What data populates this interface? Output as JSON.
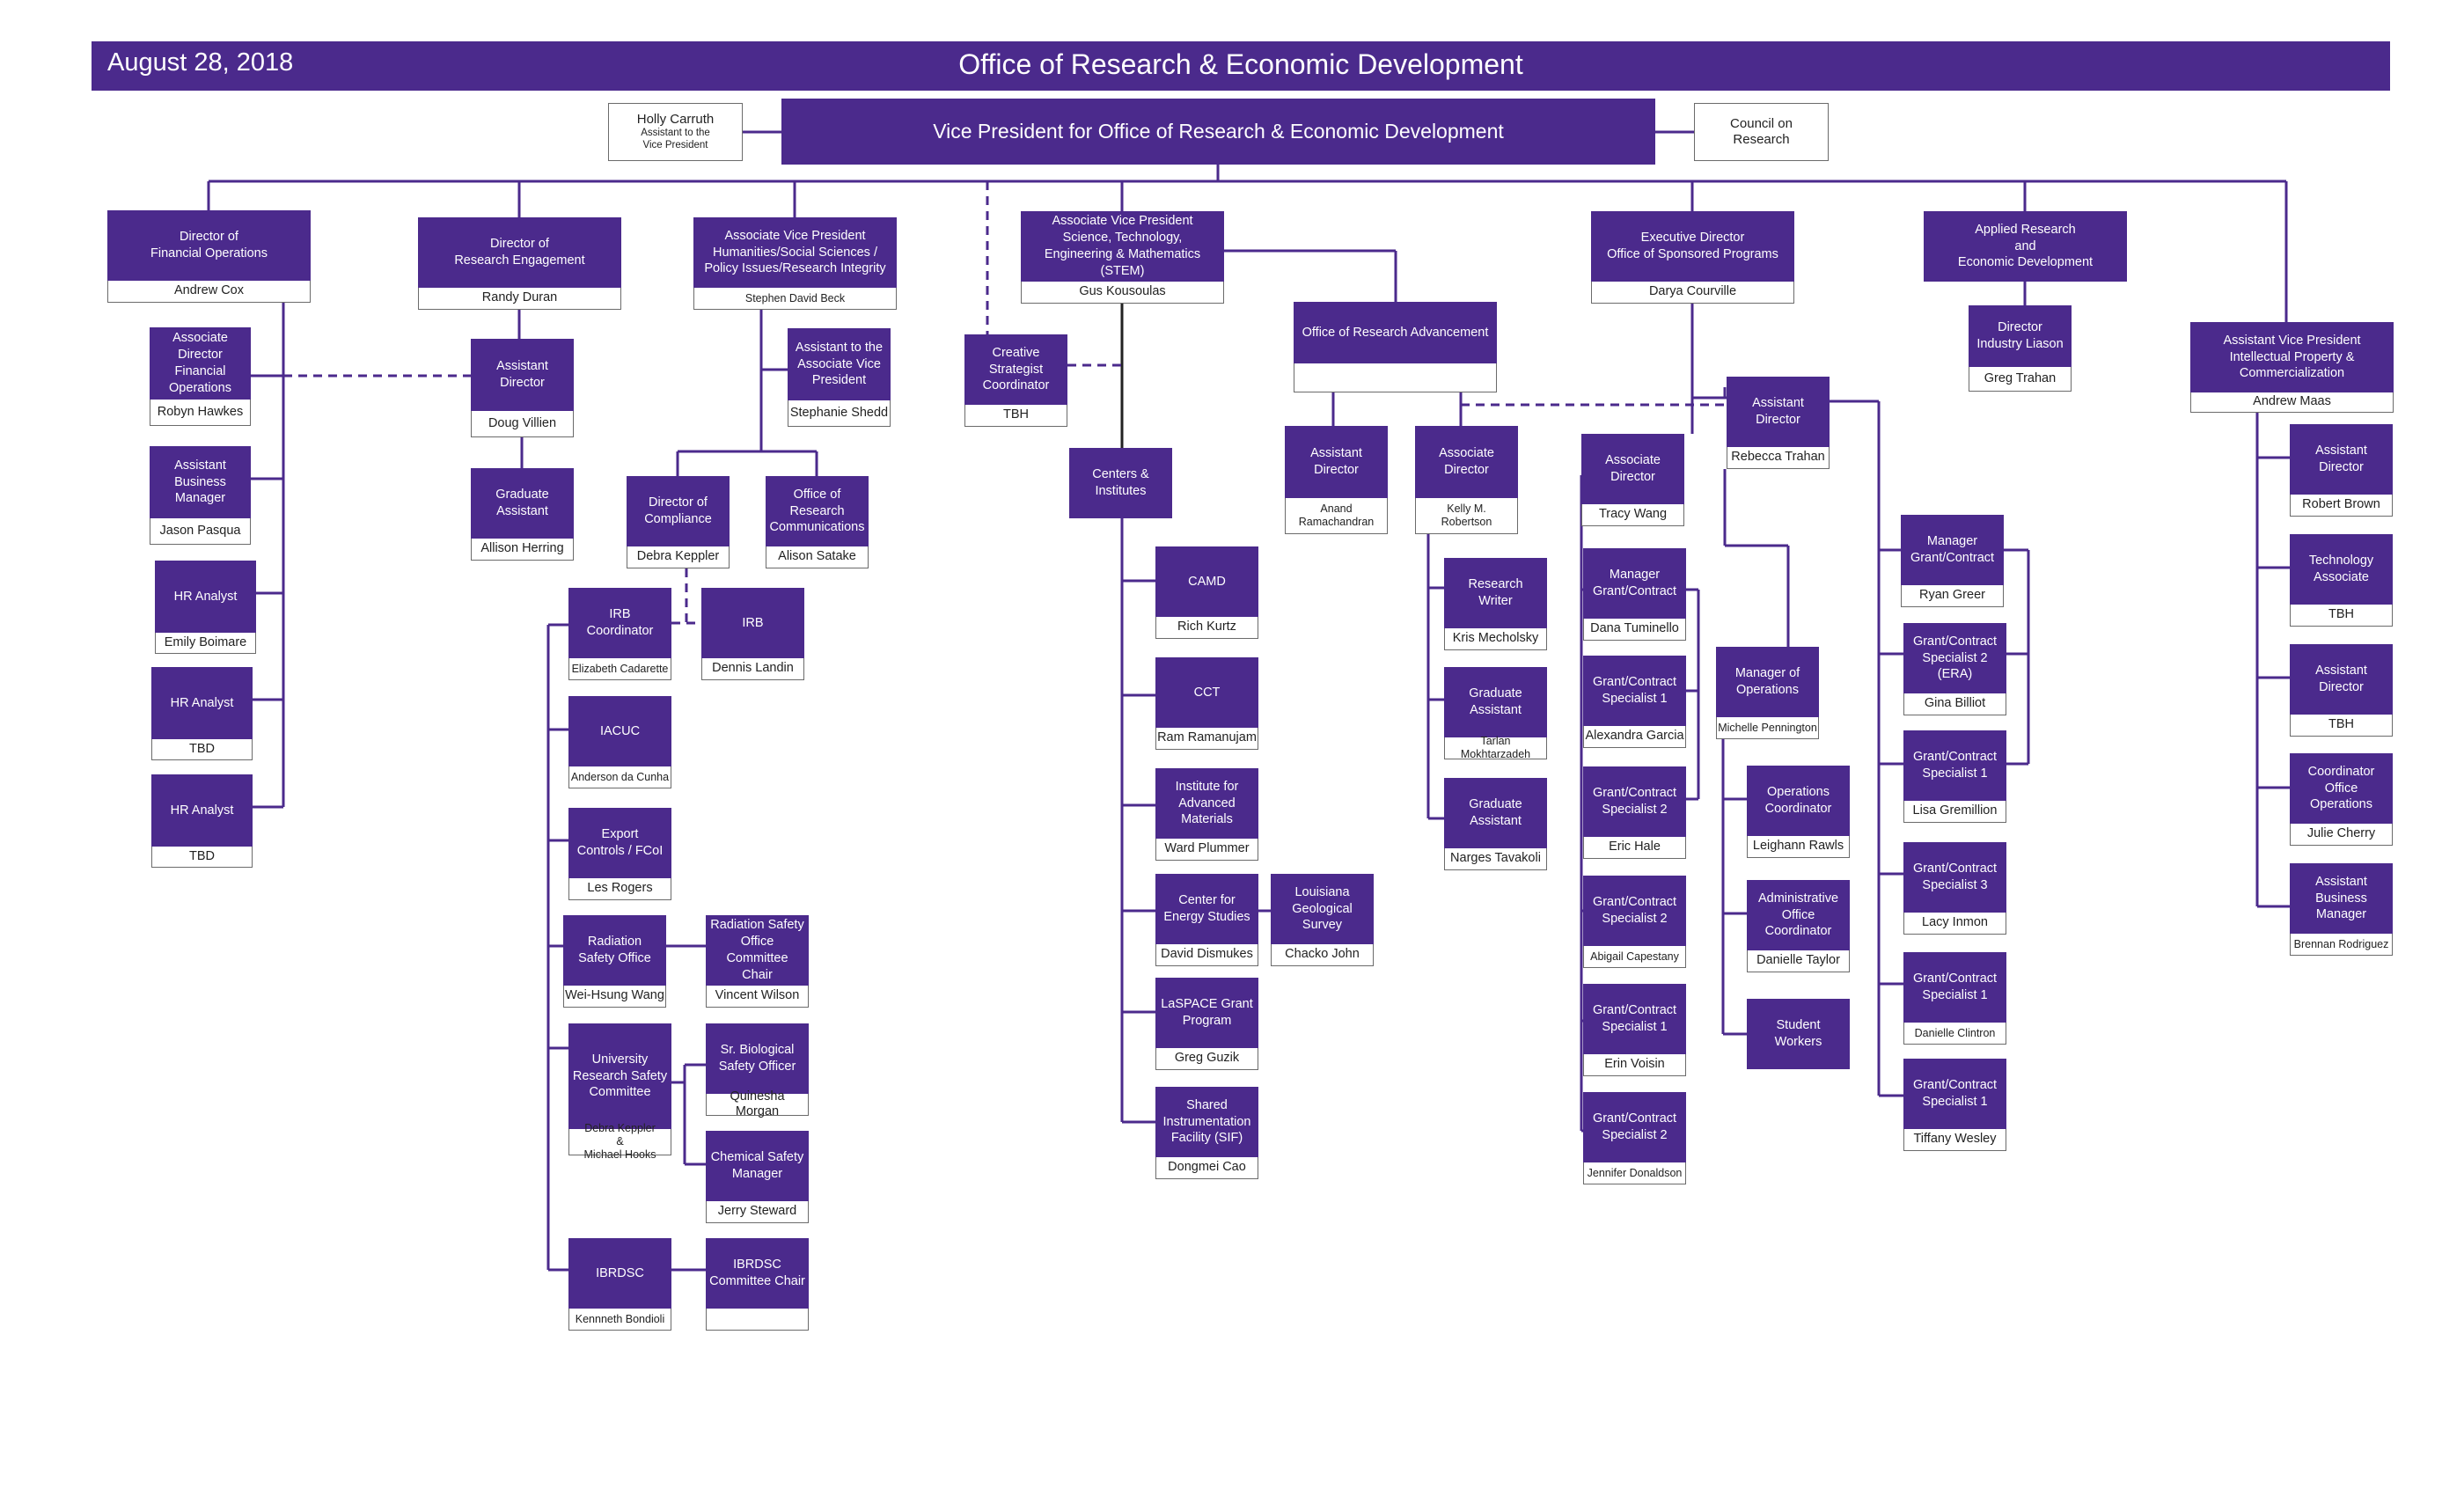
{
  "header": {
    "date": "August 28, 2018",
    "title": "Office of Research & Economic Development"
  },
  "top": {
    "assistant_name": "Holly Carruth",
    "assistant_role": "Assistant to the\nVice President",
    "vp": "Vice President for Office of Research & Economic Development",
    "council": "Council on\nResearch"
  },
  "units": {
    "fin": {
      "role": "Director of\nFinancial Operations",
      "name": "Andrew Cox"
    },
    "fin_assoc": {
      "role": "Associate\nDirector Financial\nOperations",
      "name": "Robyn Hawkes"
    },
    "fin_abm": {
      "role": "Assistant\nBusiness\nManager",
      "name": "Jason Pasqua"
    },
    "fin_hr1": {
      "role": "HR Analyst",
      "name": "Emily Boimare"
    },
    "fin_hr2": {
      "role": "HR Analyst",
      "name": "TBD"
    },
    "fin_hr3": {
      "role": "HR Analyst",
      "name": "TBD"
    },
    "re": {
      "role": "Director of\nResearch Engagement",
      "name": "Randy Duran"
    },
    "re_ad": {
      "role": "Assistant\nDirector",
      "name": "Doug Villien"
    },
    "re_ga": {
      "role": "Graduate\nAssistant",
      "name": "Allison Herring"
    },
    "hss": {
      "role": "Associate Vice President\nHumanities/Social Sciences /\nPolicy Issues/Research Integrity",
      "name": "Stephen David Beck"
    },
    "hss_asst": {
      "role": "Assistant to the\nAssociate Vice\nPresident",
      "name": "Stephanie Shedd"
    },
    "hss_comp": {
      "role": "Director of\nCompliance",
      "name": "Debra Keppler"
    },
    "hss_comm": {
      "role": "Office of Research\nCommunications",
      "name": "Alison Satake"
    },
    "irb_coord": {
      "role": "IRB\nCoordinator",
      "name": "Elizabeth Cadarette"
    },
    "irb": {
      "role": "IRB",
      "name": "Dennis Landin"
    },
    "iacuc": {
      "role": "IACUC",
      "name": "Anderson da Cunha"
    },
    "export": {
      "role": "Export\nControls / FCoI",
      "name": "Les Rogers"
    },
    "rad": {
      "role": "Radiation\nSafety Office",
      "name": "Wei-Hsung Wang"
    },
    "rad_chair": {
      "role": "Radiation Safety\nOffice Committee\nChair",
      "name": "Vincent Wilson"
    },
    "ursc": {
      "role": "University\nResearch Safety\nCommittee",
      "name": "Debra Keppler\n&\nMichael Hooks"
    },
    "bio": {
      "role": "Sr. Biological\nSafety Officer",
      "name": "Quinesha Morgan"
    },
    "chem": {
      "role": "Chemical Safety\nManager",
      "name": "Jerry Steward"
    },
    "ibrdsc": {
      "role": "IBRDSC",
      "name": "Kennneth Bondioli"
    },
    "ibrdsc_chair": {
      "role": "IBRDSC\nCommittee Chair",
      "name": ""
    },
    "creative": {
      "role": "Creative\nStrategist\nCoordinator",
      "name": "TBH"
    },
    "stem": {
      "role": "Associate Vice President\nScience, Technology,\nEngineering & Mathematics (STEM)",
      "name": "Gus Kousoulas"
    },
    "centers": {
      "role": "Centers &\nInstitutes",
      "name": ""
    },
    "camd": {
      "role": "CAMD",
      "name": "Rich Kurtz"
    },
    "cct": {
      "role": "CCT",
      "name": "Ram Ramanujam"
    },
    "iam": {
      "role": "Institute for\nAdvanced\nMaterials",
      "name": "Ward Plummer"
    },
    "ces": {
      "role": "Center for\nEnergy Studies",
      "name": "David Dismukes"
    },
    "lgs": {
      "role": "Louisiana\nGeological\nSurvey",
      "name": "Chacko John"
    },
    "laspace": {
      "role": "LaSPACE Grant\nProgram",
      "name": "Greg Guzik"
    },
    "sif": {
      "role": "Shared\nInstrumentation\nFacility (SIF)",
      "name": "Dongmei Cao"
    },
    "ora": {
      "role": "Office of Research Advancement",
      "name": ""
    },
    "ora_ad": {
      "role": "Assistant\nDirector",
      "name": "Anand\nRamachandran"
    },
    "ora_assoc": {
      "role": "Associate\nDirector",
      "name": "Kelly M.\nRobertson"
    },
    "ora_writer": {
      "role": "Research\nWriter",
      "name": "Kris Mecholsky"
    },
    "ora_ga1": {
      "role": "Graduate\nAssistant",
      "name": "Tarlan Mokhtarzadeh"
    },
    "ora_ga2": {
      "role": "Graduate\nAssistant",
      "name": "Narges Tavakoli"
    },
    "osp": {
      "role": "Executive Director\nOffice of Sponsored Programs",
      "name": "Darya Courville"
    },
    "osp_assoc": {
      "role": "Associate\nDirector",
      "name": "Tracy Wang"
    },
    "osp_m1": {
      "role": "Manager\nGrant/Contract",
      "name": "Dana Tuminello"
    },
    "osp_s1": {
      "role": "Grant/Contract\nSpecialist 1",
      "name": "Alexandra Garcia"
    },
    "osp_s2": {
      "role": "Grant/Contract\nSpecialist 2",
      "name": "Eric Hale"
    },
    "osp_s3": {
      "role": "Grant/Contract\nSpecialist 2",
      "name": "Abigail Capestany"
    },
    "osp_s4": {
      "role": "Grant/Contract\nSpecialist 1",
      "name": "Erin Voisin"
    },
    "osp_s5": {
      "role": "Grant/Contract\nSpecialist 2",
      "name": "Jennifer Donaldson"
    },
    "osp_ad": {
      "role": "Assistant\nDirector",
      "name": "Rebecca Trahan"
    },
    "osp_mo": {
      "role": "Manager of\nOperations",
      "name": "Michelle Pennington"
    },
    "osp_oc": {
      "role": "Operations\nCoordinator",
      "name": "Leighann Rawls"
    },
    "osp_aoc": {
      "role": "Administrative\nOffice\nCoordinator",
      "name": "Danielle Taylor"
    },
    "osp_sw": {
      "role": "Student\nWorkers",
      "name": ""
    },
    "osp_m2": {
      "role": "Manager\nGrant/Contract",
      "name": "Ryan Greer"
    },
    "osp_t1": {
      "role": "Grant/Contract\nSpecialist 2\n(ERA)",
      "name": "Gina Billiot"
    },
    "osp_t2": {
      "role": "Grant/Contract\nSpecialist 1",
      "name": "Lisa Gremillion"
    },
    "osp_t3": {
      "role": "Grant/Contract\nSpecialist 3",
      "name": "Lacy Inmon"
    },
    "osp_t4": {
      "role": "Grant/Contract\nSpecialist 1",
      "name": "Danielle Clintron"
    },
    "osp_t5": {
      "role": "Grant/Contract\nSpecialist 1",
      "name": "Tiffany Wesley"
    },
    "ared": {
      "role": "Applied Research\nand\nEconomic Development",
      "name": ""
    },
    "ared_dir": {
      "role": "Director\nIndustry Liason",
      "name": "Greg Trahan"
    },
    "ip": {
      "role": "Assistant Vice President\nIntellectual Property &\nCommercialization",
      "name": "Andrew Maas"
    },
    "ip_ad1": {
      "role": "Assistant\nDirector",
      "name": "Robert Brown"
    },
    "ip_ta": {
      "role": "Technology\nAssociate",
      "name": "TBH"
    },
    "ip_ad2": {
      "role": "Assistant\nDirector",
      "name": "TBH"
    },
    "ip_coord": {
      "role": "Coordinator\nOffice\nOperations",
      "name": "Julie Cherry"
    },
    "ip_abm": {
      "role": "Assistant\nBusiness\nManager",
      "name": "Brennan Rodriguez"
    }
  },
  "colors": {
    "primary": "#4b2a8c",
    "line": "#4b2a8c",
    "name_border": "#6b6b6b"
  }
}
